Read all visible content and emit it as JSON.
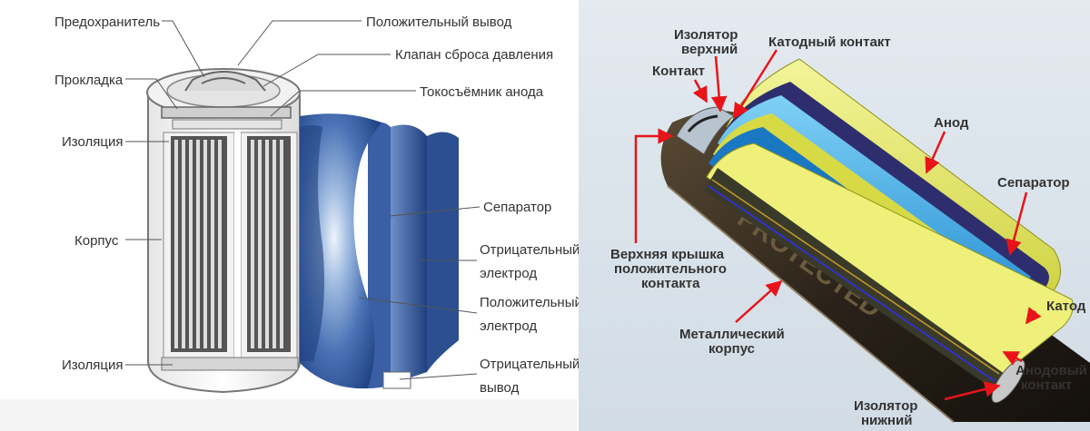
{
  "left_diagram": {
    "labels": {
      "fuse": "Предохранитель",
      "positive_terminal": "Положительный вывод",
      "relief_valve": "Клапан сброса давления",
      "gasket": "Прокладка",
      "anode_collector": "Токосъёмник анода",
      "insulation_top": "Изоляция",
      "case": "Корпус",
      "separator": "Сепаратор",
      "negative_electrode_1": "Отрицательный",
      "negative_electrode_2": "электрод",
      "positive_electrode_1": "Положительный",
      "positive_electrode_2": "электрод",
      "insulation_bottom": "Изоляция",
      "negative_terminal_1": "Отрицательный",
      "negative_terminal_2": "вывод"
    }
  },
  "right_diagram": {
    "brand_text": "PROTECTED",
    "colors": {
      "background": "#dde6ec",
      "arrow": "#e8141a",
      "anode": "#34a4e0",
      "separator": "#d9dc4c"
    },
    "labels": {
      "insulator_top_1": "Изолятор",
      "insulator_top_2": "верхний",
      "cathode_contact": "Катодный контакт",
      "contact": "Контакт",
      "anode": "Анод",
      "separator": "Сепаратор",
      "top_cap_1": "Верхняя крышка",
      "top_cap_2": "положительного",
      "top_cap_3": "контакта",
      "cathode": "Катод",
      "metal_case_1": "Металлический",
      "metal_case_2": "корпус",
      "anode_contact_1": "Анодовый",
      "anode_contact_2": "контакт",
      "insulator_bottom_1": "Изолятор",
      "insulator_bottom_2": "нижний"
    }
  }
}
